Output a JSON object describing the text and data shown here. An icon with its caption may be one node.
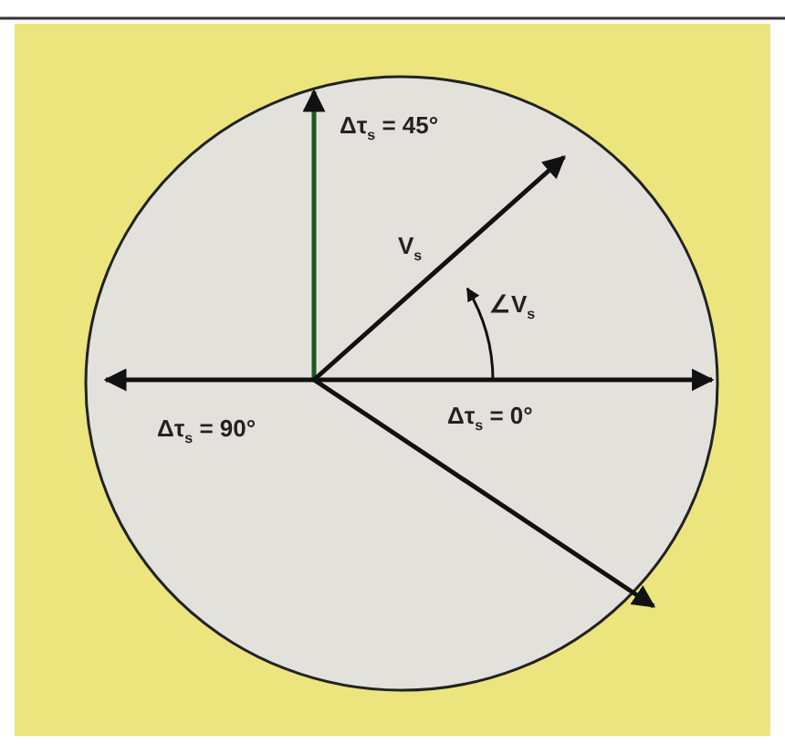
{
  "diagram": {
    "labels": [
      "Δτ$_{s}$ = 45°",
      "V$_{s}$",
      "∠V$_{s}$",
      "Δτ$_{s}$ = 90°",
      "Δτ$_{s}$ = 0°"
    ]
  }
}
